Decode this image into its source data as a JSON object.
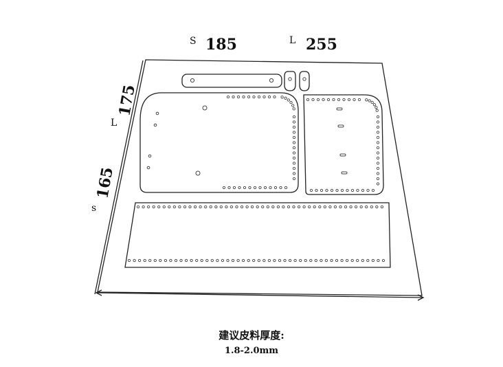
{
  "dimensions": {
    "small_width": {
      "prefix": "S",
      "value": "185"
    },
    "large_width": {
      "prefix": "L",
      "value": "255"
    },
    "large_height": {
      "prefix": "L",
      "value": "175"
    },
    "small_height": {
      "prefix": "s",
      "value": "165"
    }
  },
  "note": {
    "title": "建议皮料厚度:",
    "value": "1.8-2.0mm"
  },
  "colors": {
    "line": "#222222",
    "hole": "#444444",
    "background": "#ffffff"
  }
}
